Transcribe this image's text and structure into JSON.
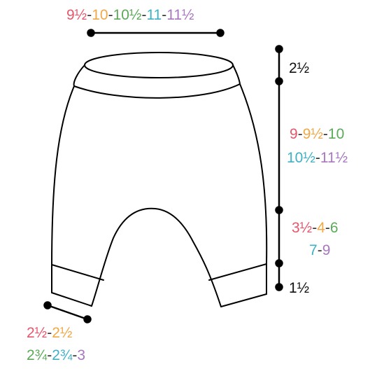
{
  "colors": {
    "line": "#000000",
    "size1": "#e8566b",
    "size2": "#f2a846",
    "size3": "#5aaa58",
    "size4": "#3fb1c4",
    "size5": "#a877bf",
    "separator": "#333333"
  },
  "measurements": {
    "waist_top": {
      "v1": "9½",
      "v2": "10",
      "v3": "10½",
      "v4": "11",
      "v5": "11½"
    },
    "waistband": {
      "v1": "2½"
    },
    "rise": {
      "v1": "9",
      "v2": "9½",
      "v3": "10",
      "v4": "10½",
      "v5": "11½"
    },
    "inseam": {
      "v1": "3½",
      "v2": "4",
      "v3": "6",
      "v4": "7",
      "v5": "9"
    },
    "cuff": {
      "v1": "1½"
    },
    "leg_opening": {
      "v1": "2½",
      "v2": "2½",
      "v3": "2¾",
      "v4": "2¾",
      "v5": "3"
    }
  },
  "separator": "-"
}
